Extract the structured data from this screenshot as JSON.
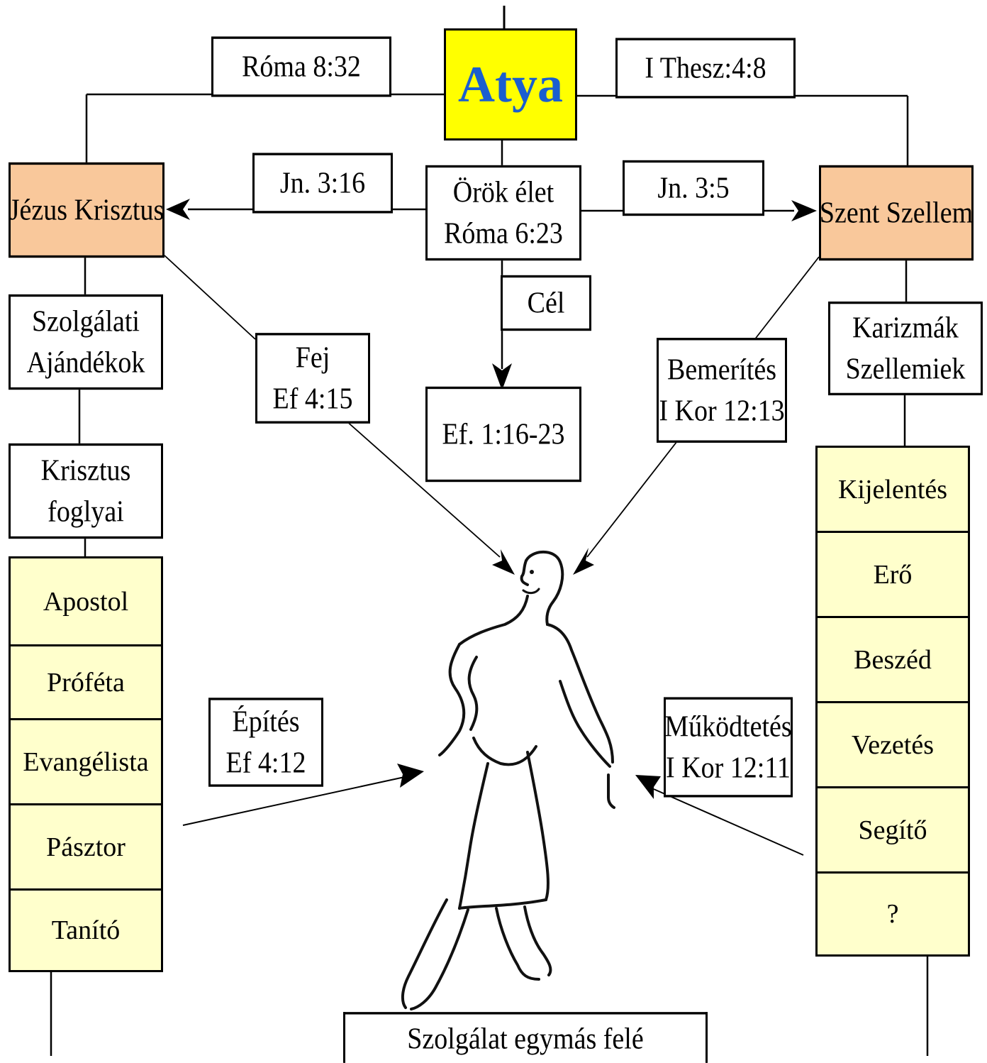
{
  "top": {
    "atya": "Atya",
    "roma832": "Róma 8:32",
    "thesz48": "I Thesz:4:8"
  },
  "middle": {
    "jezus": "Jézus Krisztus",
    "szent": "Szent Szellem",
    "jn316": "Jn. 3:16",
    "jn35": "Jn. 3:5",
    "orok_line1": "Örök élet",
    "orok_line2": "Róma 6:23",
    "cel": "Cél",
    "ef116": "Ef. 1:16-23",
    "fej_line1": "Fej",
    "fej_line2": "Ef 4:15",
    "bemerites_line1": "Bemerítés",
    "bemerites_line2": "I Kor 12:13"
  },
  "left": {
    "szolgalati_line1": "Szolgálati",
    "szolgalati_line2": "Ajándékok",
    "krisztus_line1": "Krisztus",
    "krisztus_line2": "foglyai",
    "roles": [
      "Apostol",
      "Próféta",
      "Evangélista",
      "Pásztor",
      "Tanító"
    ]
  },
  "right": {
    "karizmak_line1": "Karizmák",
    "karizmak_line2": "Szellemiek",
    "gifts": [
      "Kijelentés",
      "Erő",
      "Beszéd",
      "Vezetés",
      "Segítő",
      "?"
    ]
  },
  "bottom": {
    "epites_line1": "Építés",
    "epites_line2": "Ef 4:12",
    "mukodtetes_line1": "Működtetés",
    "mukodtetes_line2": "I Kor 12:11",
    "szolgalat": "Szolgálat egymás felé"
  }
}
